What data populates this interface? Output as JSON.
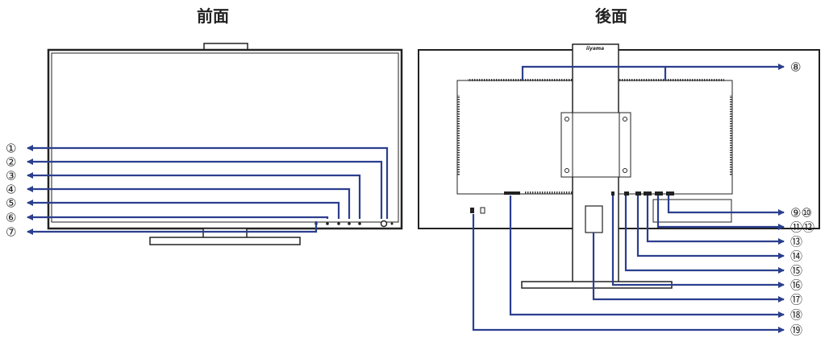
{
  "front": {
    "title": "前面",
    "labels": [
      "①",
      "②",
      "③",
      "④",
      "⑤",
      "⑥",
      "⑦"
    ]
  },
  "rear": {
    "title": "後面",
    "brand": "iiyama",
    "labels": [
      "⑧",
      "⑨⑩",
      "⑪⑫",
      "⑬",
      "⑭",
      "⑮",
      "⑯",
      "⑰",
      "⑱",
      "⑲"
    ]
  },
  "colors": {
    "leader": "#2b3f8e",
    "outline": "#222222",
    "label": "#222222"
  }
}
